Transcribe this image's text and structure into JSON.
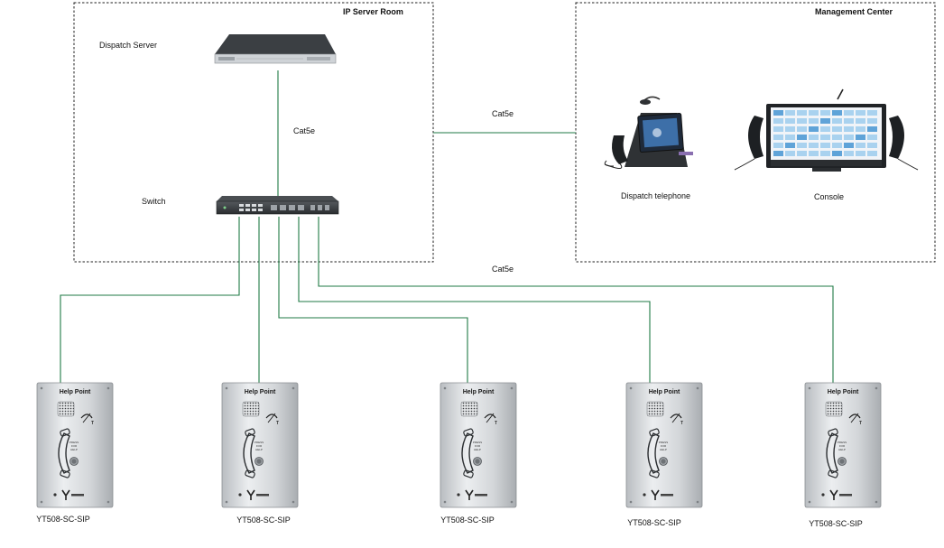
{
  "zones": {
    "server_room": "IP Server Room",
    "management": "Management Center"
  },
  "devices": {
    "dispatch_server": "Dispatch Server",
    "switch": "Switch",
    "dispatch_telephone": "Dispatch telephone",
    "console": "Console"
  },
  "links": {
    "server_switch": "Cat5e",
    "room_management": "Cat5e",
    "switch_terminals": "Cat5e"
  },
  "terminals": [
    {
      "model": "YT508-SC-SIP",
      "panel_title": "Help Point"
    },
    {
      "model": "YT508-SC-SIP",
      "panel_title": "Help Point"
    },
    {
      "model": "YT508-SC-SIP",
      "panel_title": "Help Point"
    },
    {
      "model": "YT508-SC-SIP",
      "panel_title": "Help Point"
    },
    {
      "model": "YT508-SC-SIP",
      "panel_title": "Help Point"
    }
  ],
  "colors": {
    "cable": "#1f7a45",
    "zone_border": "#222222",
    "panel": "#d6d9dc"
  }
}
